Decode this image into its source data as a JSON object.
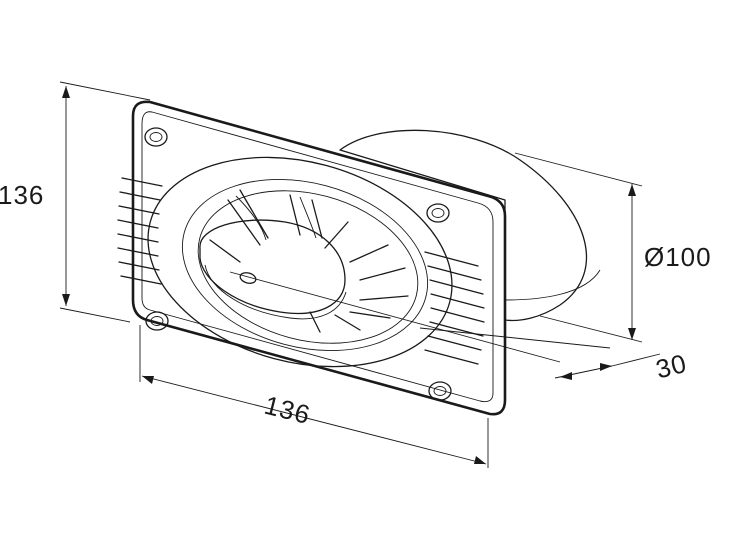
{
  "dimensions": {
    "height_left": "136",
    "width_bottom": "136",
    "diameter": "Ø100",
    "depth": "30"
  },
  "colors": {
    "line": "#1a1a1a",
    "background": "#ffffff"
  }
}
